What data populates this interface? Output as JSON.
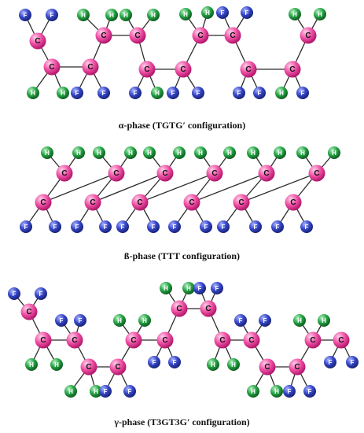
{
  "colors": {
    "carbon": "#e8409a",
    "fluorine": "#2f3fbe",
    "hydrogen": "#1e9a3c",
    "bond": "#2b2b2b",
    "label": "#111111",
    "label_light": "#ffffff"
  },
  "atom_labels": {
    "carbon": "C",
    "fluorine": "F",
    "hydrogen": "H"
  },
  "phases": [
    {
      "caption": "α-phase (TGTG′ configuration)"
    },
    {
      "caption": "ß-phase (TTT configuration)"
    },
    {
      "caption": "γ-phase (T3GT3G′ configuration)"
    }
  ]
}
